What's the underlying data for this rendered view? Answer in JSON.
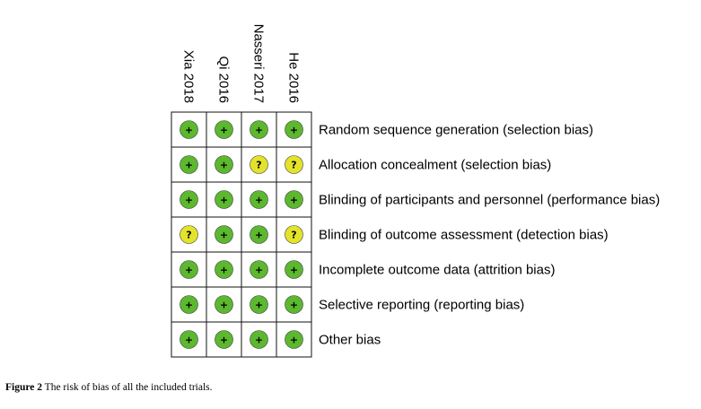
{
  "chart_data": {
    "type": "table",
    "studies": [
      "Xia 2018",
      "Qi 2016",
      "Nasseri 2017",
      "He 2016"
    ],
    "domains": [
      "Random sequence generation (selection bias)",
      "Allocation concealment (selection bias)",
      "Blinding of participants and personnel (performance bias)",
      "Blinding of outcome assessment (detection bias)",
      "Incomplete outcome data (attrition bias)",
      "Selective reporting (reporting bias)",
      "Other bias"
    ],
    "judgements": [
      [
        "+",
        "+",
        "+",
        "+"
      ],
      [
        "+",
        "+",
        "?",
        "?"
      ],
      [
        "+",
        "+",
        "+",
        "+"
      ],
      [
        "?",
        "+",
        "+",
        "?"
      ],
      [
        "+",
        "+",
        "+",
        "+"
      ],
      [
        "+",
        "+",
        "+",
        "+"
      ],
      [
        "+",
        "+",
        "+",
        "+"
      ]
    ],
    "colors": {
      "low": "#5cb82f",
      "unclear": "#e3e32a",
      "outline": "#111111"
    }
  },
  "caption": {
    "label": "Figure 2",
    "text": "The risk of bias of all the included trials."
  }
}
